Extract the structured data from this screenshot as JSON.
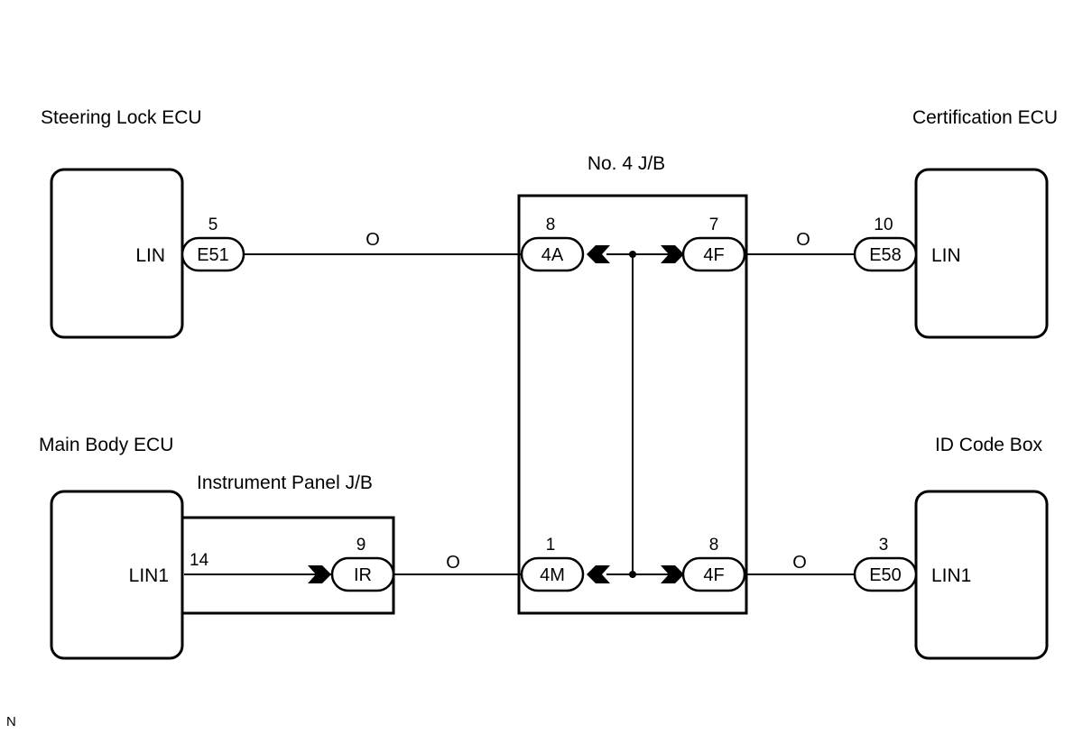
{
  "components": {
    "steering_lock_ecu": {
      "title": "Steering Lock ECU",
      "terminal": "LIN"
    },
    "certification_ecu": {
      "title": "Certification ECU",
      "terminal": "LIN"
    },
    "main_body_ecu": {
      "title": "Main Body ECU",
      "terminal": "LIN1"
    },
    "id_code_box": {
      "title": "ID Code Box",
      "terminal": "LIN1"
    },
    "no4_jb": {
      "title": "No. 4 J/B"
    },
    "instrument_panel_jb": {
      "title": "Instrument Panel J/B"
    }
  },
  "connectors": {
    "e51": {
      "code": "E51",
      "pin": "5"
    },
    "e58": {
      "code": "E58",
      "pin": "10"
    },
    "e50": {
      "code": "E50",
      "pin": "3"
    },
    "c4a": {
      "code": "4A",
      "pin": "8"
    },
    "c4f_top": {
      "code": "4F",
      "pin": "7"
    },
    "c4m": {
      "code": "4M",
      "pin": "1"
    },
    "c4f_bottom": {
      "code": "4F",
      "pin": "8"
    },
    "ir": {
      "code": "IR",
      "pin": "9"
    },
    "main_body_pin": "14"
  },
  "wires": {
    "top_left": "O",
    "top_right": "O",
    "bottom_left": "O",
    "bottom_right": "O"
  },
  "footer": {
    "code": "N"
  }
}
